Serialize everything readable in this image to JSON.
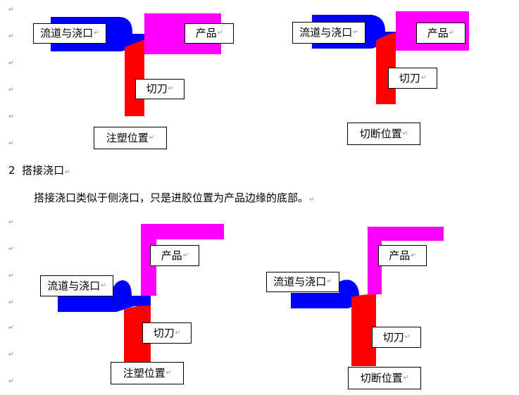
{
  "para_mark": "↵",
  "section": {
    "number": "2",
    "title": "搭接浇口",
    "body": "搭接浇口类似于侧浇口，只是进胶位置为产品边缘的底部。"
  },
  "labels": {
    "runner_gate": "流道与浇口",
    "product": "产品",
    "cutter": "切刀",
    "molding_position": "注塑位置",
    "cutting_position": "切断位置"
  },
  "colors": {
    "runner": "#0000FF",
    "product": "#FF00FF",
    "cutter": "#FF0000"
  }
}
